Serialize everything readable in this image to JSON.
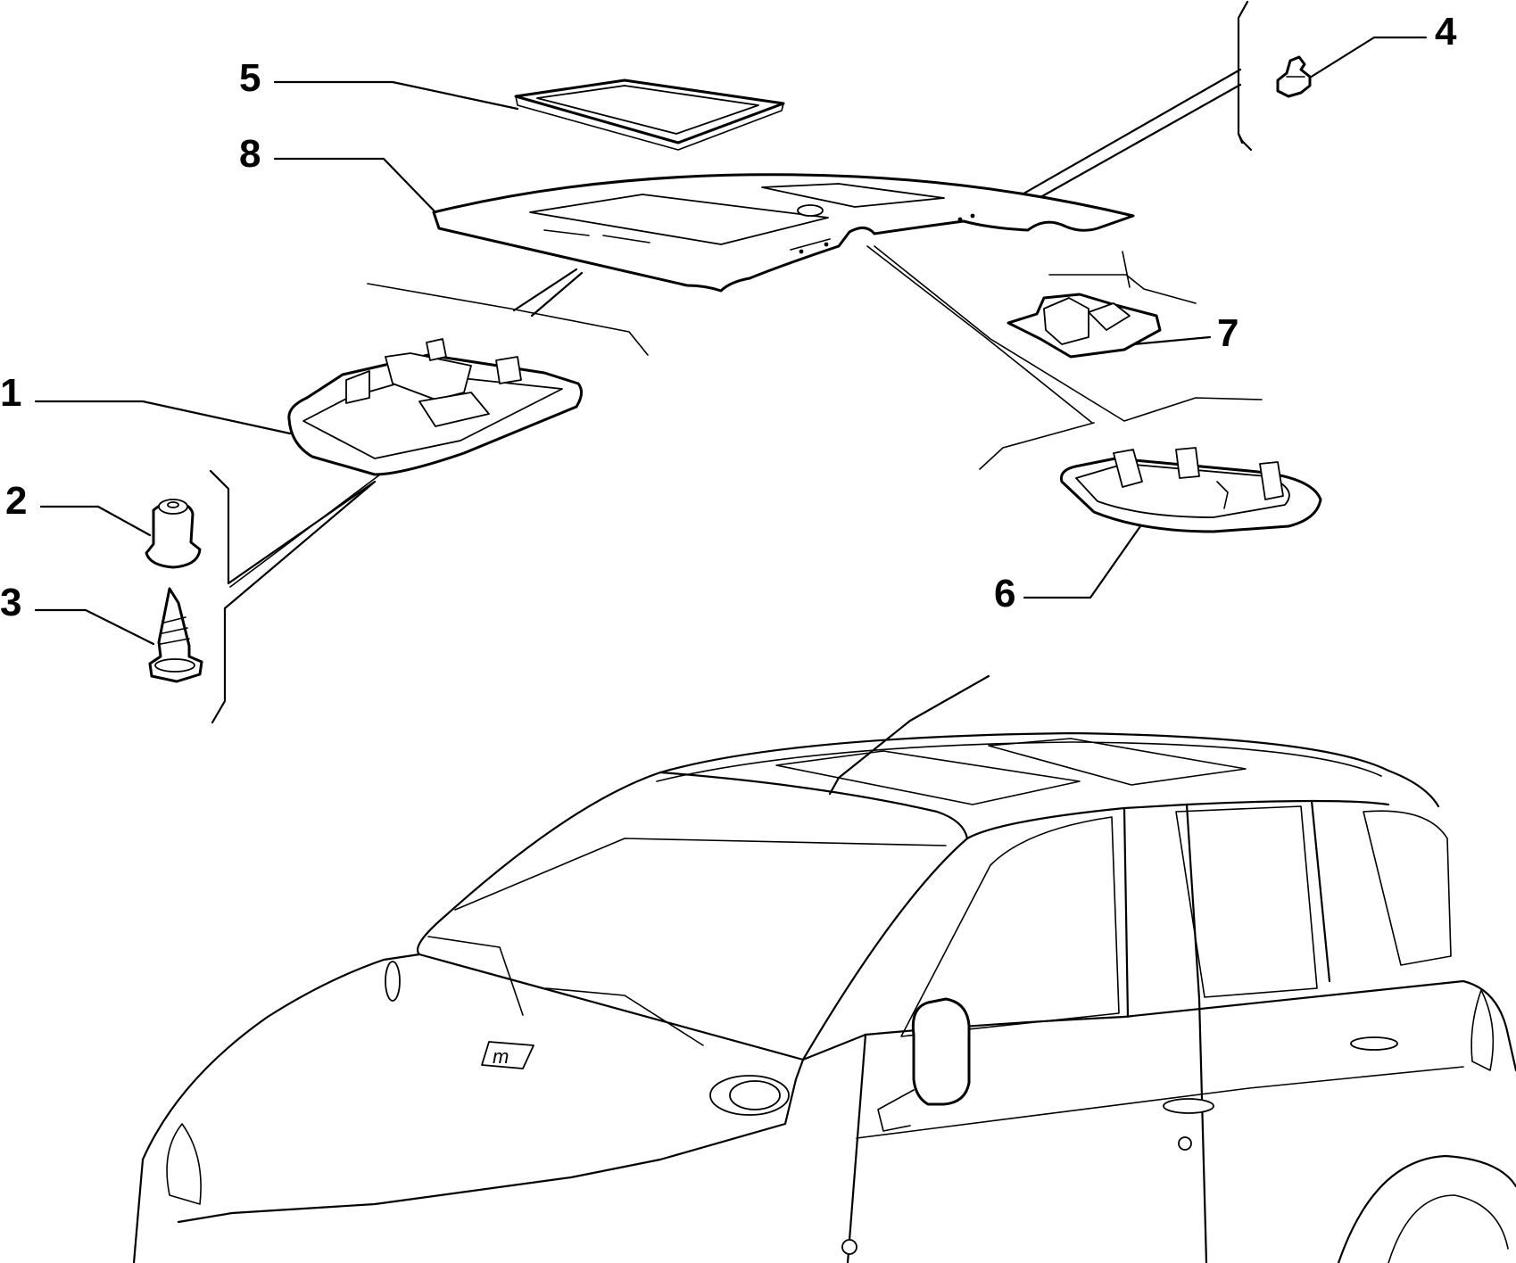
{
  "callouts": [
    {
      "id": "1",
      "label": "1"
    },
    {
      "id": "2",
      "label": "2"
    },
    {
      "id": "3",
      "label": "3"
    },
    {
      "id": "4",
      "label": "4"
    },
    {
      "id": "5",
      "label": "5"
    },
    {
      "id": "6",
      "label": "6"
    },
    {
      "id": "7",
      "label": "7"
    },
    {
      "id": "8",
      "label": "8"
    }
  ],
  "badge_text": "m"
}
